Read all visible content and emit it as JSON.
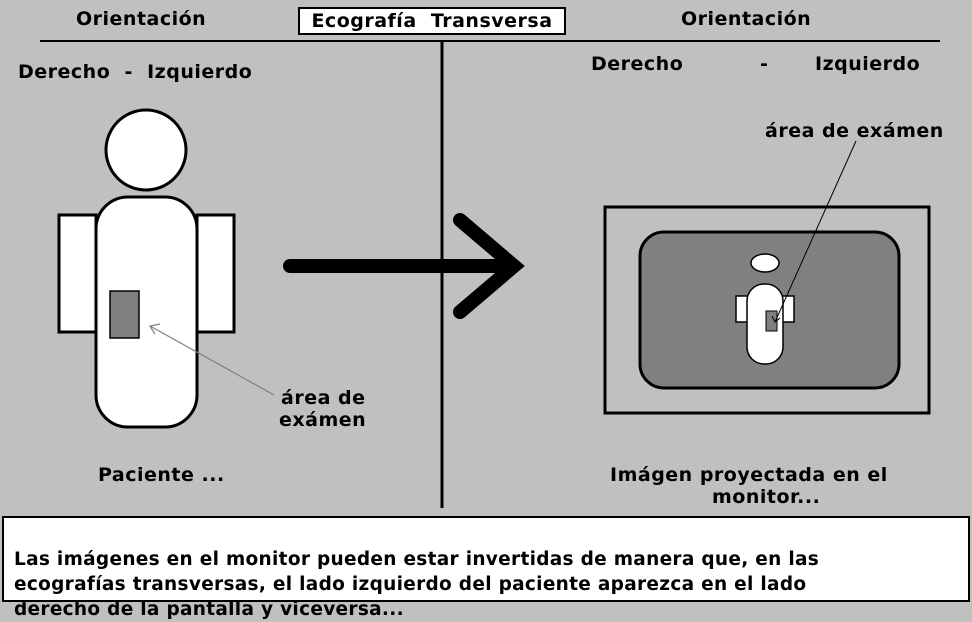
{
  "header": {
    "left_label": "Orientación",
    "title": "Ecografía  Transversa",
    "right_label": "Orientación"
  },
  "left_panel": {
    "orientation": "Derecho  -  Izquierdo",
    "exam_label_line1": "área de",
    "exam_label_line2": "exámen",
    "caption": "Paciente ..."
  },
  "right_panel": {
    "orientation_left": "Derecho",
    "orientation_dash": "-",
    "orientation_right": "Izquierdo",
    "exam_label": "área de exámen",
    "caption_line1": "Imágen proyectada en el",
    "caption_line2": "monitor..."
  },
  "footer": {
    "text": "Las imágenes en el monitor pueden estar invertidas de manera que, en las\necografías transversas, el lado izquierdo del paciente aparezca en el lado\nderecho de la pantalla y viceversa..."
  },
  "colors": {
    "background": "#c0c0c0",
    "exam_area": "#808080",
    "monitor_screen": "#808080",
    "white": "#ffffff"
  }
}
